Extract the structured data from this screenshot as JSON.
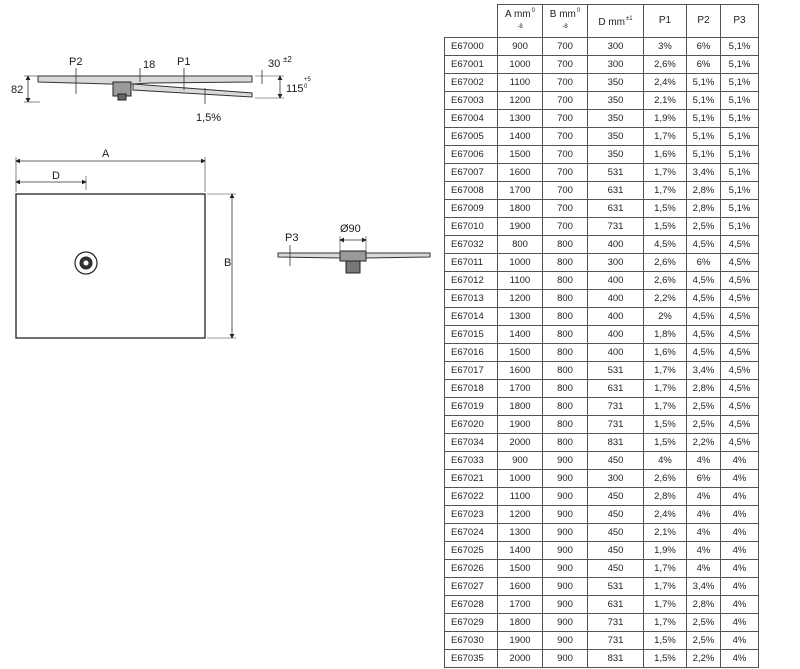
{
  "drawing": {
    "side_view": {
      "label_p2": "P2",
      "label_18": "18",
      "label_p1": "P1",
      "label_30": "30",
      "label_30_tol": "±2",
      "label_82": "82",
      "label_115": "115",
      "label_115_tol_top": "+5",
      "label_115_tol_bottom": "0",
      "label_slope": "1,5%"
    },
    "plan_view": {
      "label_a": "A",
      "label_d": "D",
      "label_b": "B"
    },
    "section_view": {
      "label_p3": "P3",
      "label_diameter": "Ø90"
    }
  },
  "table": {
    "headers": {
      "a": "A mm",
      "a_tol_top": "0",
      "a_tol_bottom": "-8",
      "b": "B mm",
      "b_tol_top": "0",
      "b_tol_bottom": "-8",
      "d": "D mm",
      "d_tol": "±1",
      "p1": "P1",
      "p2": "P2",
      "p3": "P3"
    },
    "rows": [
      [
        "E67000",
        "900",
        "700",
        "300",
        "3%",
        "6%",
        "5,1%"
      ],
      [
        "E67001",
        "1000",
        "700",
        "300",
        "2,6%",
        "6%",
        "5,1%"
      ],
      [
        "E67002",
        "1100",
        "700",
        "350",
        "2,4%",
        "5,1%",
        "5,1%"
      ],
      [
        "E67003",
        "1200",
        "700",
        "350",
        "2,1%",
        "5,1%",
        "5,1%"
      ],
      [
        "E67004",
        "1300",
        "700",
        "350",
        "1,9%",
        "5,1%",
        "5,1%"
      ],
      [
        "E67005",
        "1400",
        "700",
        "350",
        "1,7%",
        "5,1%",
        "5,1%"
      ],
      [
        "E67006",
        "1500",
        "700",
        "350",
        "1,6%",
        "5,1%",
        "5,1%"
      ],
      [
        "E67007",
        "1600",
        "700",
        "531",
        "1,7%",
        "3,4%",
        "5,1%"
      ],
      [
        "E67008",
        "1700",
        "700",
        "631",
        "1,7%",
        "2,8%",
        "5,1%"
      ],
      [
        "E67009",
        "1800",
        "700",
        "631",
        "1,5%",
        "2,8%",
        "5,1%"
      ],
      [
        "E67010",
        "1900",
        "700",
        "731",
        "1,5%",
        "2,5%",
        "5,1%"
      ],
      [
        "E67032",
        "800",
        "800",
        "400",
        "4,5%",
        "4,5%",
        "4,5%"
      ],
      [
        "E67011",
        "1000",
        "800",
        "300",
        "2,6%",
        "6%",
        "4,5%"
      ],
      [
        "E67012",
        "1100",
        "800",
        "400",
        "2,6%",
        "4,5%",
        "4,5%"
      ],
      [
        "E67013",
        "1200",
        "800",
        "400",
        "2,2%",
        "4,5%",
        "4,5%"
      ],
      [
        "E67014",
        "1300",
        "800",
        "400",
        "2%",
        "4,5%",
        "4,5%"
      ],
      [
        "E67015",
        "1400",
        "800",
        "400",
        "1,8%",
        "4,5%",
        "4,5%"
      ],
      [
        "E67016",
        "1500",
        "800",
        "400",
        "1,6%",
        "4,5%",
        "4,5%"
      ],
      [
        "E67017",
        "1600",
        "800",
        "531",
        "1,7%",
        "3,4%",
        "4,5%"
      ],
      [
        "E67018",
        "1700",
        "800",
        "631",
        "1,7%",
        "2,8%",
        "4,5%"
      ],
      [
        "E67019",
        "1800",
        "800",
        "731",
        "1,7%",
        "2,5%",
        "4,5%"
      ],
      [
        "E67020",
        "1900",
        "800",
        "731",
        "1,5%",
        "2,5%",
        "4,5%"
      ],
      [
        "E67034",
        "2000",
        "800",
        "831",
        "1,5%",
        "2,2%",
        "4,5%"
      ],
      [
        "E67033",
        "900",
        "900",
        "450",
        "4%",
        "4%",
        "4%"
      ],
      [
        "E67021",
        "1000",
        "900",
        "300",
        "2,6%",
        "6%",
        "4%"
      ],
      [
        "E67022",
        "1100",
        "900",
        "450",
        "2,8%",
        "4%",
        "4%"
      ],
      [
        "E67023",
        "1200",
        "900",
        "450",
        "2,4%",
        "4%",
        "4%"
      ],
      [
        "E67024",
        "1300",
        "900",
        "450",
        "2,1%",
        "4%",
        "4%"
      ],
      [
        "E67025",
        "1400",
        "900",
        "450",
        "1,9%",
        "4%",
        "4%"
      ],
      [
        "E67026",
        "1500",
        "900",
        "450",
        "1,7%",
        "4%",
        "4%"
      ],
      [
        "E67027",
        "1600",
        "900",
        "531",
        "1,7%",
        "3,4%",
        "4%"
      ],
      [
        "E67028",
        "1700",
        "900",
        "631",
        "1,7%",
        "2,8%",
        "4%"
      ],
      [
        "E67029",
        "1800",
        "900",
        "731",
        "1,7%",
        "2,5%",
        "4%"
      ],
      [
        "E67030",
        "1900",
        "900",
        "731",
        "1,5%",
        "2,5%",
        "4%"
      ],
      [
        "E67035",
        "2000",
        "900",
        "831",
        "1,5%",
        "2,2%",
        "4%"
      ]
    ]
  }
}
